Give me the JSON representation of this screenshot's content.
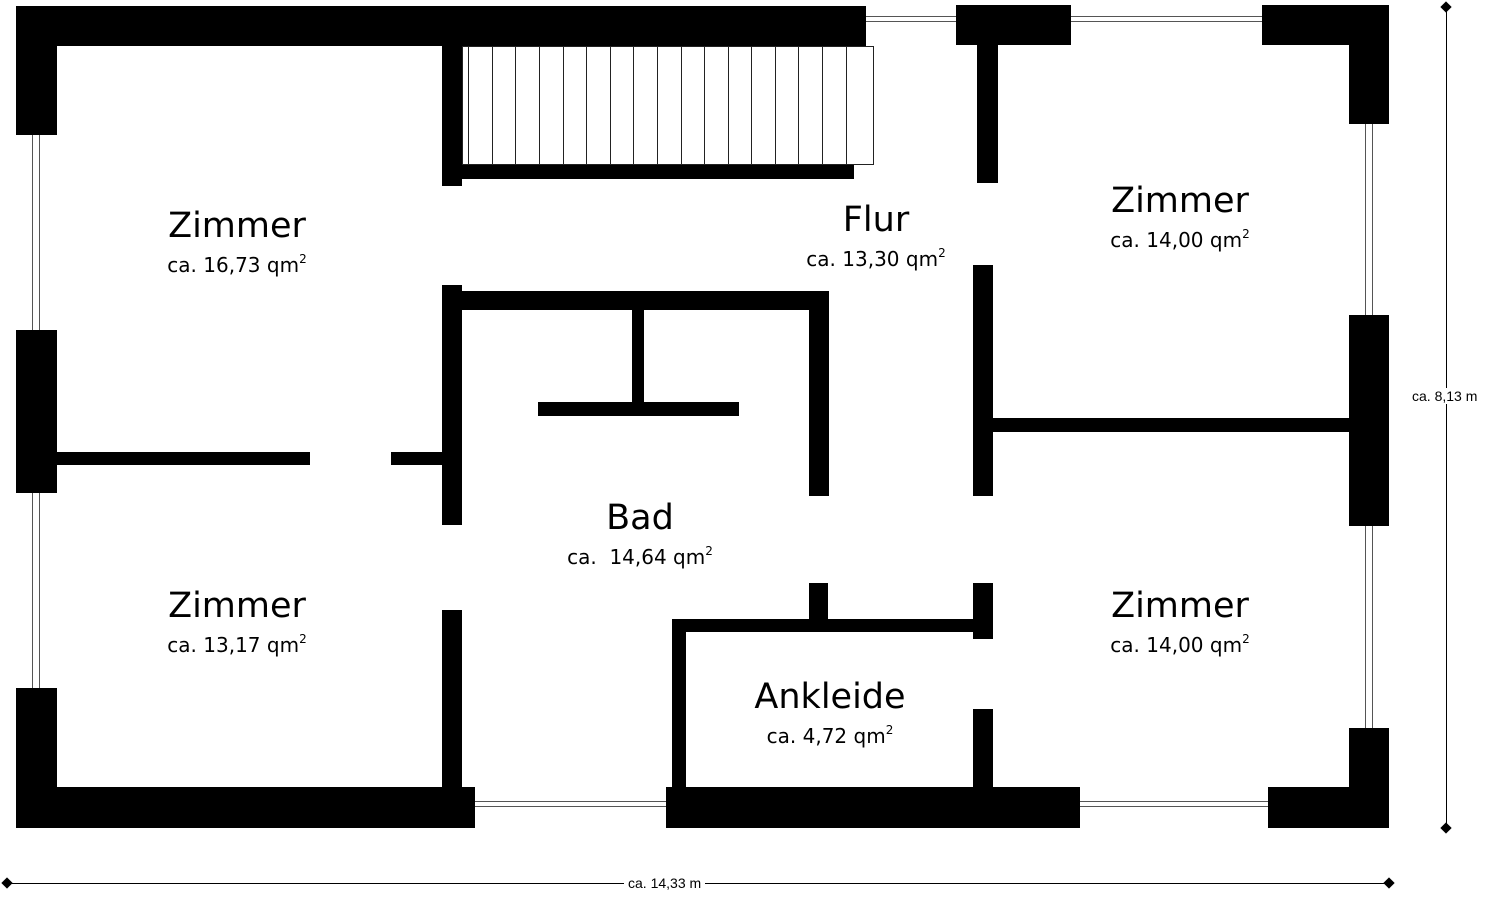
{
  "plan": {
    "rooms": [
      {
        "name": "Zimmer",
        "area_prefix": "ca. 16,73 qm",
        "sup": "2"
      },
      {
        "name": "Flur",
        "area_prefix": "ca. 13,30 qm",
        "sup": "2"
      },
      {
        "name": "Zimmer",
        "area_prefix": "ca. 14,00 qm",
        "sup": "2"
      },
      {
        "name": "Bad",
        "area_prefix": "ca.  14,64 qm",
        "sup": "2"
      },
      {
        "name": "Zimmer",
        "area_prefix": "ca. 13,17 qm",
        "sup": "2"
      },
      {
        "name": "Ankleide",
        "area_prefix": "ca. 4,72 qm",
        "sup": "2"
      },
      {
        "name": "Zimmer",
        "area_prefix": "ca. 14,00 qm",
        "sup": "2"
      }
    ],
    "dimensions": {
      "width": "ca. 14,33 m",
      "height": "ca. 8,13 m"
    },
    "colors": {
      "wall": "#000000",
      "background": "#ffffff",
      "window": "#555555"
    }
  }
}
